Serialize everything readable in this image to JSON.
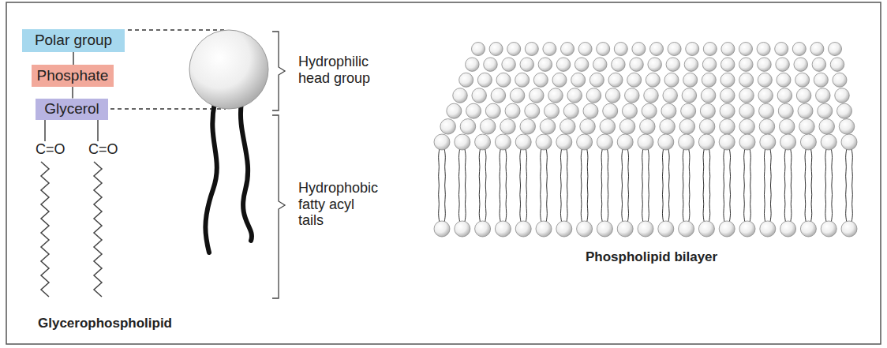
{
  "diagram": {
    "nodes": [
      {
        "text": [
          "Polar group"
        ]
      },
      {
        "text": [
          "Phosphate"
        ]
      },
      {
        "text": [
          "Glycerol"
        ]
      }
    ],
    "edges": [
      {
        "from": 0,
        "to": 1,
        "arrow": "none"
      },
      {
        "from": 1,
        "to": 2,
        "arrow": "none"
      }
    ],
    "labels": [
      "C=O",
      "C=O",
      "Hydrophilic head group",
      "Hydrophobic fatty acyl tails",
      "Glycerophospholipid",
      "Phospholipid bilayer"
    ]
  }
}
